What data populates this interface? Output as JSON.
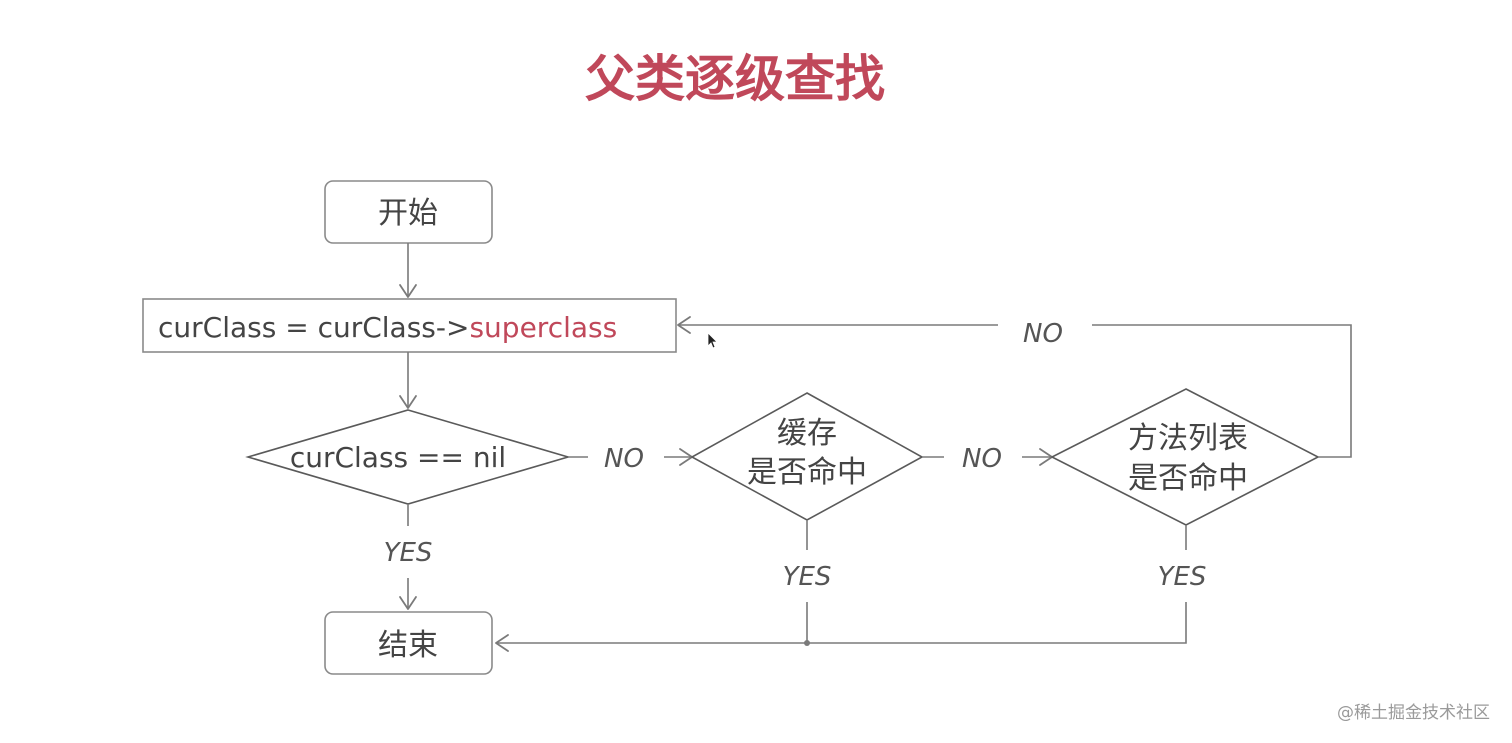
{
  "title": "父类逐级查找",
  "nodes": {
    "start": "开始",
    "assign_prefix": "curClass = curClass->",
    "assign_highlight": "superclass",
    "check_nil": "curClass == nil",
    "cache_line1": "缓存",
    "cache_line2": "是否命中",
    "method_list_line1": "方法列表",
    "method_list_line2": "是否命中",
    "end": "结束"
  },
  "edges": {
    "nil_no": "NO",
    "cache_no": "NO",
    "method_list_no": "NO",
    "nil_yes": "YES",
    "cache_yes": "YES",
    "method_list_yes": "YES"
  },
  "watermark": "@稀土掘金技术社区",
  "colors": {
    "accent": "#c0485a",
    "line": "#7a7a7a",
    "text": "#444444"
  }
}
